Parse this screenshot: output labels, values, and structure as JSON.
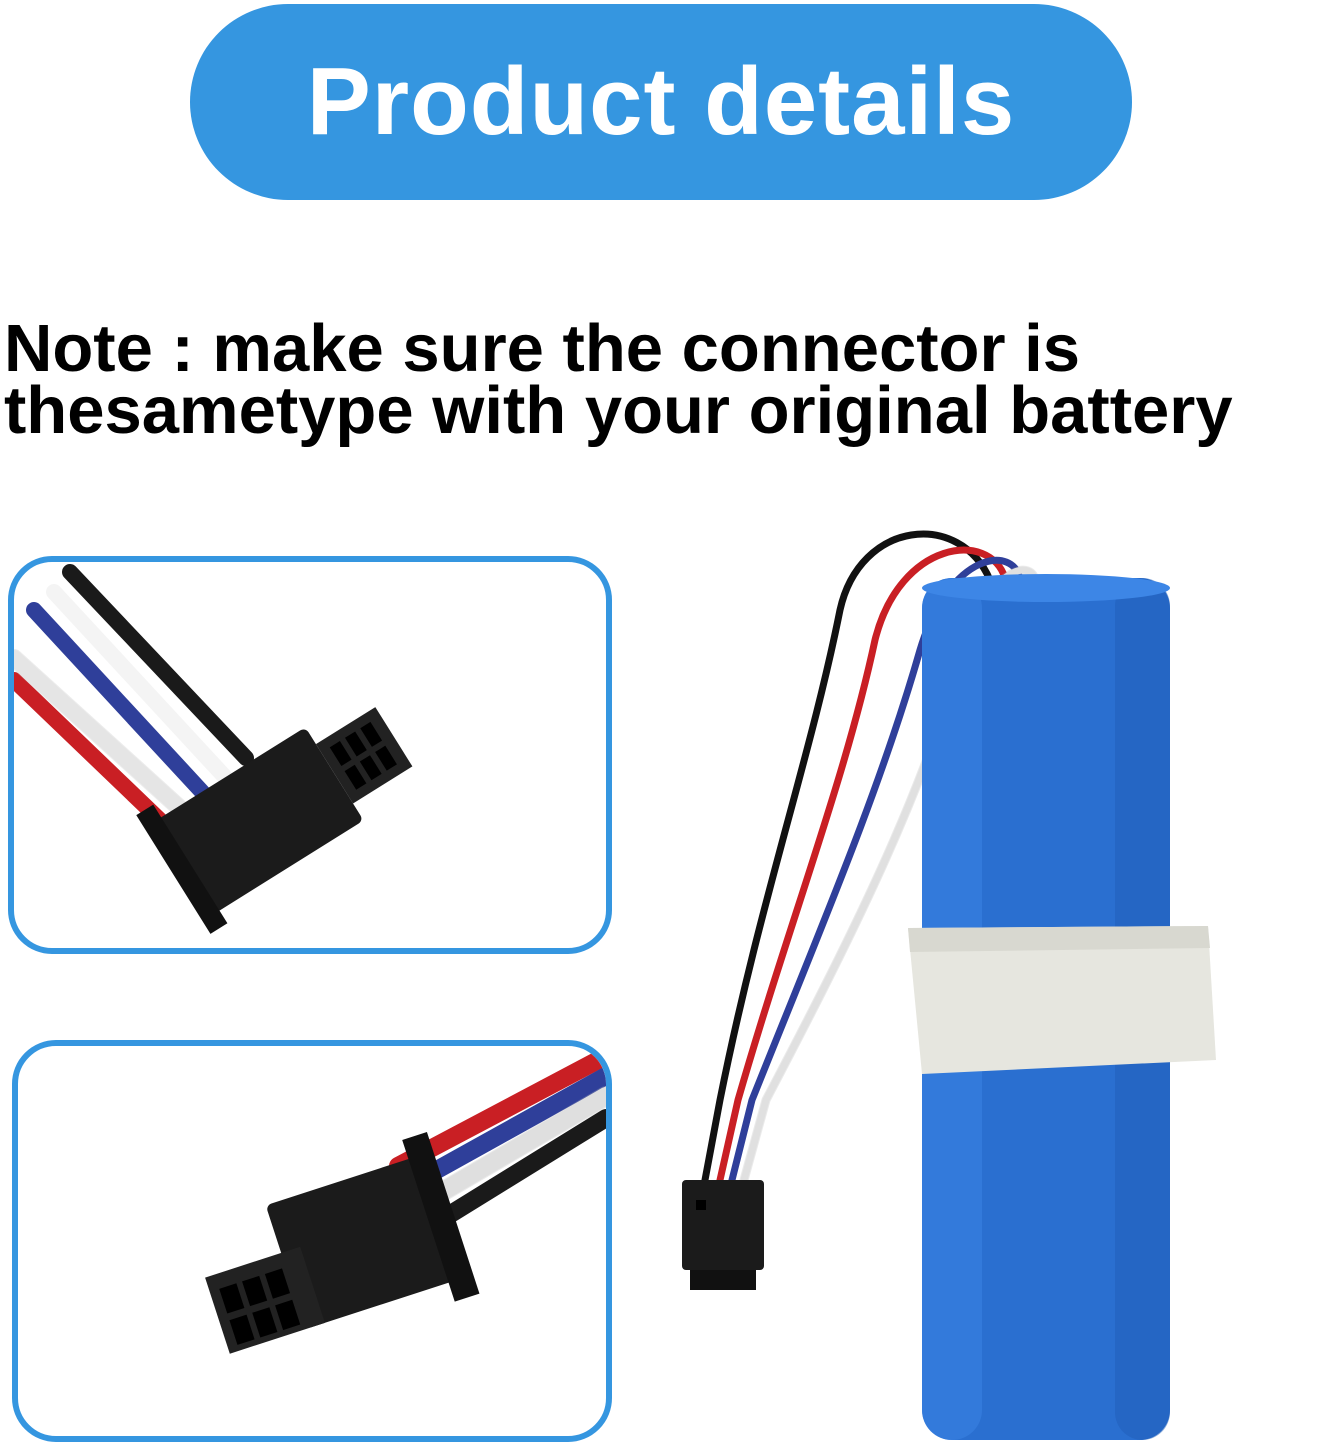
{
  "header": {
    "title": "Product details",
    "pill_color": "#3596e0"
  },
  "note": {
    "line1": "Note : make sure the connector is",
    "line2": "thesametype with your original battery"
  },
  "images": {
    "top_inset": "connector-closeup-top",
    "bottom_inset": "connector-closeup-bottom",
    "product": "battery-pack"
  },
  "colors": {
    "frame": "#3596e0",
    "battery": "#2a6fd0",
    "tape": "#e6e6df"
  }
}
